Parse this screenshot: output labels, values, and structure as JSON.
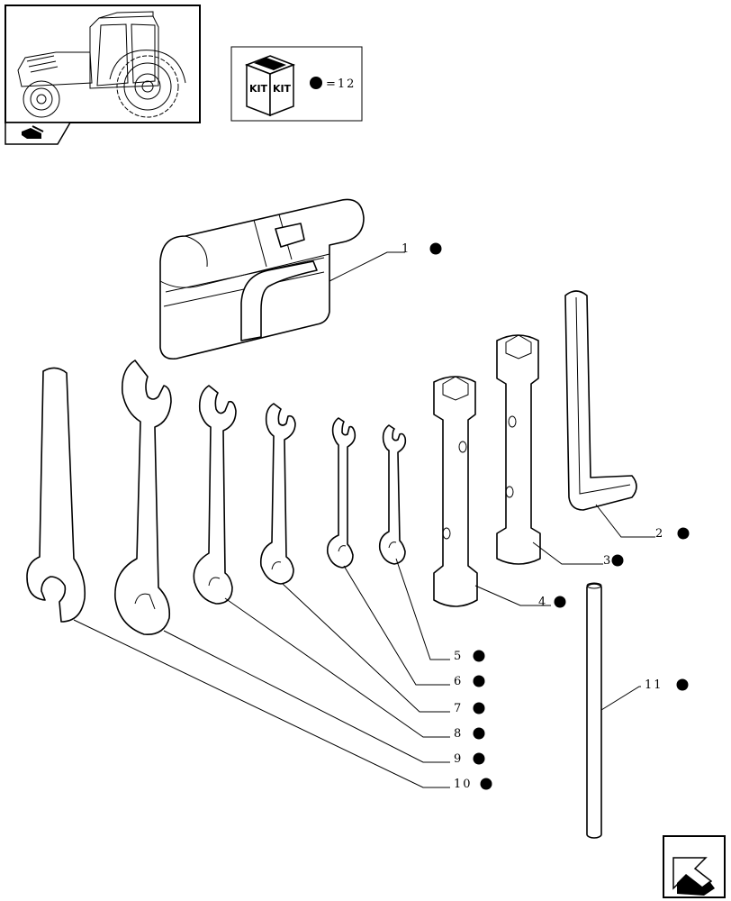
{
  "kit_box": {
    "equals_label": "=12",
    "kit_word": "KIT"
  },
  "callouts": [
    {
      "id": "1",
      "label": "1"
    },
    {
      "id": "2",
      "label": "2"
    },
    {
      "id": "3",
      "label": "3"
    },
    {
      "id": "4",
      "label": "4"
    },
    {
      "id": "5",
      "label": "5"
    },
    {
      "id": "6",
      "label": "6"
    },
    {
      "id": "7",
      "label": "7"
    },
    {
      "id": "8",
      "label": "8"
    },
    {
      "id": "9",
      "label": "9"
    },
    {
      "id": "10",
      "label": "10"
    },
    {
      "id": "11",
      "label": "11"
    }
  ],
  "icons": {
    "thumbnail": "tractor-thumbnail",
    "section": "section-tab-icon",
    "kit": "kit-box-icon",
    "nav": "next-page-arrow-icon"
  }
}
